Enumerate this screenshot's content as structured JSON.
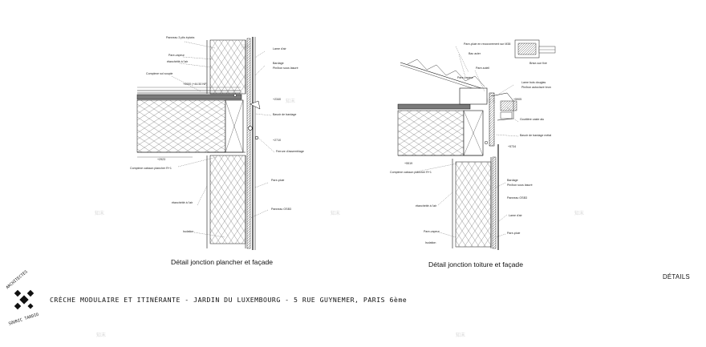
{
  "colors": {
    "ink": "#111111",
    "concrete": "#7a7a7a",
    "watermark": "#d8d8d8"
  },
  "left_detail": {
    "caption": "Détail jonction plancher et façade",
    "labels": {
      "l1": "Panneau 3 plis épicéa",
      "l2": "Pare-vapeur",
      "l3": "étanchéité à l'air",
      "l4": "Complexe sol souple",
      "l5": "+0000 (+44.50 NF)",
      "l6": "Lame d'air",
      "l7": "Bardage",
      "l8": "Pin/bon sous lasuré",
      "l9": "+2340",
      "l10": "Bavoir de bardage",
      "l11": "Ferrure d'assemblage",
      "l12": "+2710",
      "l13": "+2923",
      "l14": "Complexe caisson plancher R+1",
      "l15": "Pare-pluie",
      "l16": "étanchéité à l'air",
      "l17": "Panneau OSB3",
      "l18": "Isolation"
    }
  },
  "right_detail": {
    "caption": "Détail jonction toiture et façade",
    "labels": {
      "r1": "Pare-pluie en recouvrement sur M38",
      "r2": "Bac acier",
      "r3": "Pare-soleil",
      "r4": "Pare-vapeur",
      "r5": "Lame bois douglas",
      "r6": "Pin/bon autoclave brun",
      "r7": "+5905",
      "r8": "Gouttière caste alu",
      "r9": "Bavoir de bardage métal",
      "r10": "+5734",
      "r11": "+5519",
      "r12": "Complexe caisson plancher R+1",
      "r13": "Bardage",
      "r14": "Pin/bon sous lasuré",
      "r15": "Panneau OSB3",
      "r16": "étanchéité à l'air",
      "r17": "Lame d'air",
      "r18": "Pare-vapeur",
      "r19": "Pare-pluie",
      "r20": "Isolation",
      "r21": "Brise-vue fixé"
    }
  },
  "section_label": "DÉTAILS",
  "project_title": "CRÈCHE MODULAIRE ET ITINÉRANTE - JARDIN DU LUXEMBOURG - 5 RUE GUYNEMER, PARIS 6ème",
  "logo": {
    "top_text": "ARCHITECTES",
    "bottom_text": "SOURIC TARDIO"
  },
  "watermark": "知末"
}
